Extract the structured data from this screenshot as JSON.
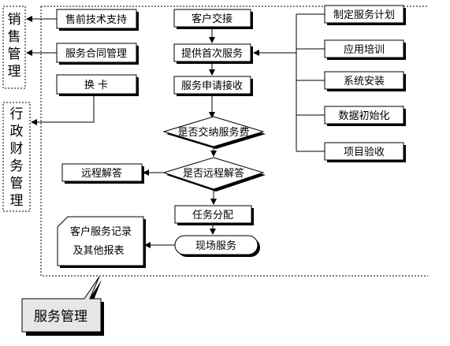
{
  "left_panels": {
    "sales": [
      "销",
      "售",
      "管",
      "理"
    ],
    "admin": [
      "行",
      "政",
      "财",
      "务",
      "管",
      "理"
    ]
  },
  "left_boxes": {
    "presales": "售前技术支持",
    "contract": "服务合同管理",
    "card": "换  卡"
  },
  "flow": {
    "customer": "客户交接",
    "first_service": "提供首次服务",
    "request": "服务申请接收",
    "fee": "是否交纳服务费",
    "remote_q": "是否远程解答",
    "assign": "任务分配",
    "onsite": "现场服务",
    "remote_a": "远程解答",
    "record_line1": "客户服务记录",
    "record_line2": "及其他报表"
  },
  "right_boxes": [
    "制定服务计划",
    "应用培训",
    "系统安装",
    "数据初始化",
    "项目验收"
  ],
  "callout": "服务管理"
}
